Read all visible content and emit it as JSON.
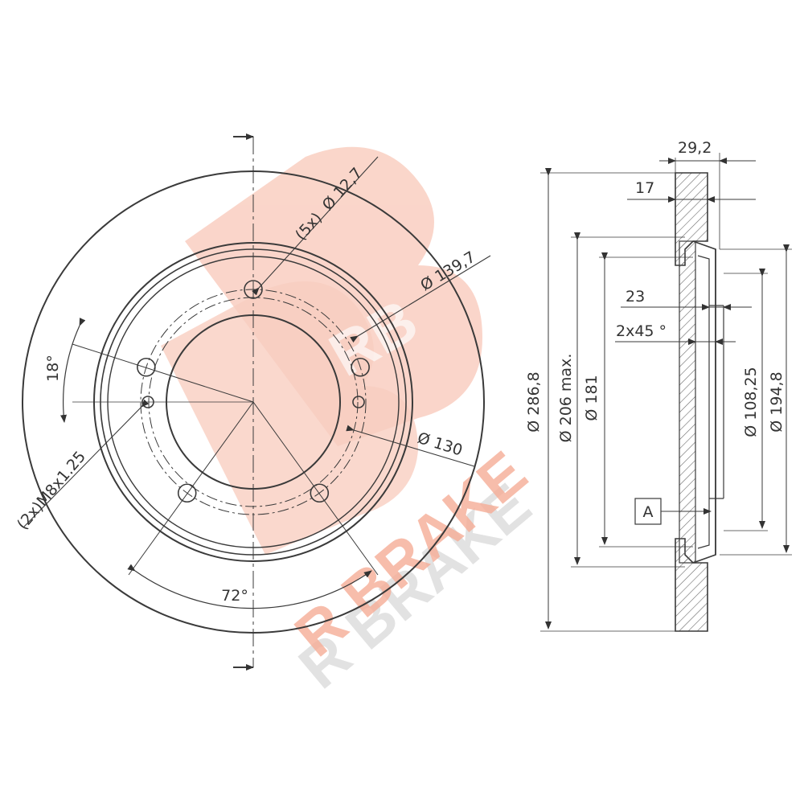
{
  "watermark": {
    "logo_letters": "RB",
    "text": "R BRAKE",
    "color": "#f7b9a6",
    "shadow_color": "#cfcfcf"
  },
  "front_view": {
    "bolt_hole_count_label": "(5x)",
    "bolt_hole_diameter": "Ø 12,7",
    "pcd_outer_label": "Ø 139,7",
    "pcd_inner_label": "Ø 130",
    "angle_small_label": "18°",
    "angle_large_label": "72°",
    "thread_label": "(2x)M8x1.25"
  },
  "side_view": {
    "total_thickness": "29,2",
    "disc_thickness": "17",
    "hub_step": "23",
    "chamfer": "2x45 °",
    "outer_diameter": "Ø 286,8",
    "max_diameter": "Ø 206 max.",
    "hat_diameter": "Ø 181",
    "center_bore": "Ø 108,25",
    "hub_diameter": "Ø 194,8",
    "datum_label": "A"
  },
  "colors": {
    "line": "#3a3a3a",
    "hatch": "#6a6a6a",
    "text": "#333333"
  }
}
